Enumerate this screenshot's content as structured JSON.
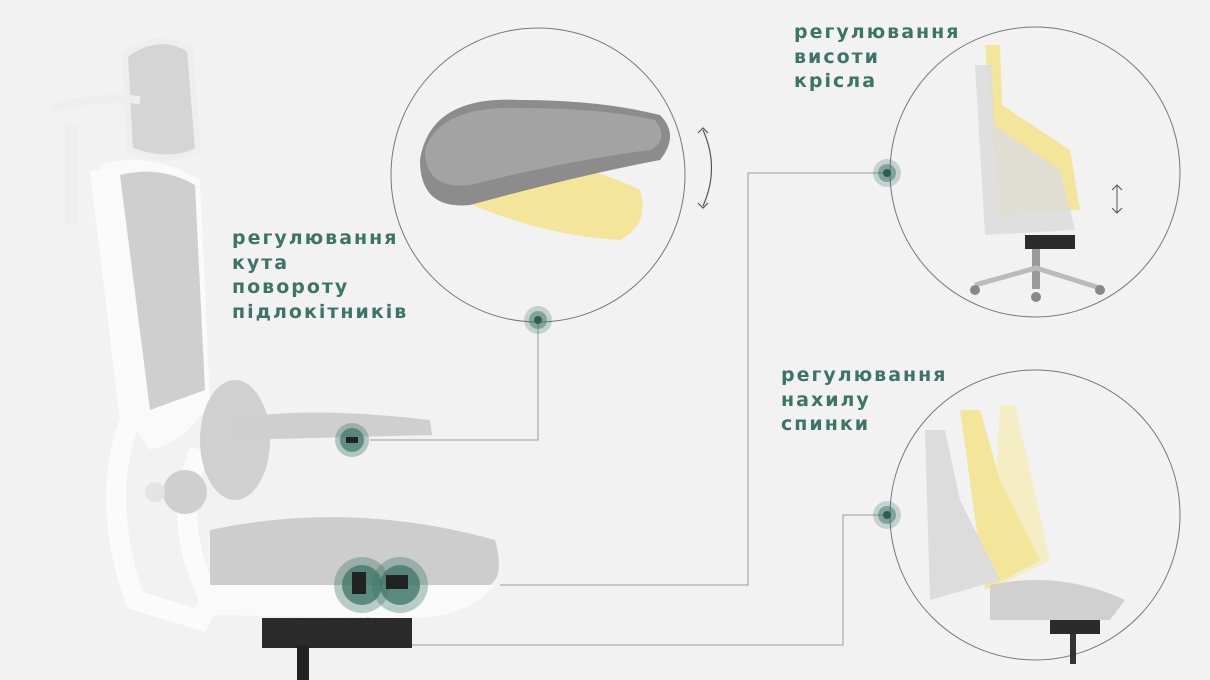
{
  "features": [
    {
      "id": "armrest",
      "lines": [
        "регулювання",
        "кута",
        "повороту",
        "підлокітників"
      ]
    },
    {
      "id": "height",
      "lines": [
        "регулювання",
        "висоти",
        "крісла"
      ]
    },
    {
      "id": "tilt",
      "lines": [
        "регулювання",
        "нахилу",
        "спинки"
      ]
    }
  ],
  "colors": {
    "accent": "#3d7565",
    "highlight": "#f3e59a",
    "background": "#f2f2f2",
    "chair": "#d8d8d8"
  }
}
